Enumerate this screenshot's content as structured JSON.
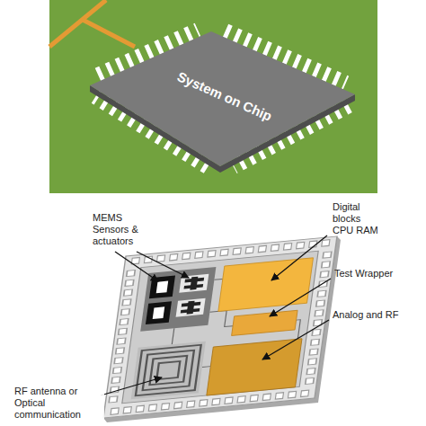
{
  "diagram": {
    "nodes": [
      {
        "text": [
          "System on Chip"
        ]
      }
    ],
    "labels": [
      "MEMS Sensors & actuators",
      "Digital blocks CPU RAM",
      "Test Wrapper",
      "Analog and RF",
      "RF antenna or Optical communication"
    ]
  }
}
